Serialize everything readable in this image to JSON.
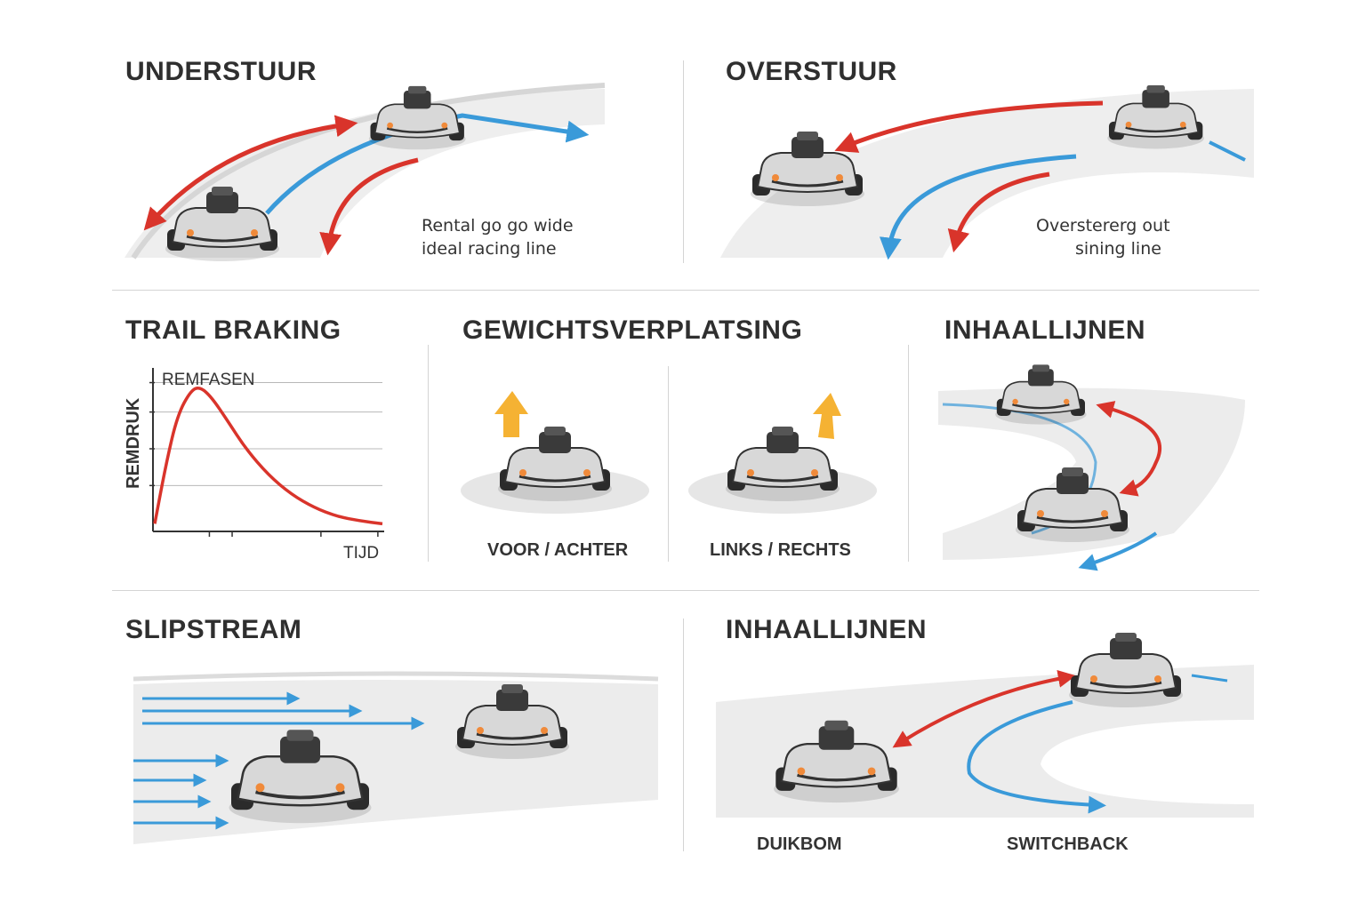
{
  "colors": {
    "red": "#d9342b",
    "blue": "#3a9ad9",
    "orange": "#f5b233",
    "track": "#ececec",
    "divider": "#d4d4d4",
    "kart_dark": "#2b2b2b"
  },
  "panels": {
    "understuur": {
      "title": "UNDERSTUUR",
      "caption_lines": [
        "Rental go go wide",
        "ideal racing line"
      ]
    },
    "overstuur": {
      "title": "OVERSTUUR",
      "caption_lines": [
        "Overstererg out",
        "sining line"
      ]
    },
    "trail_braking": {
      "title": "TRAIL BRAKING"
    },
    "gewichtsverplatsing": {
      "title": "GEWICHTSVERPLATSING",
      "labels": [
        "VOOR / ACHTER",
        "LINKS / RECHTS"
      ],
      "icons": [
        "arrow-up-icon",
        "arrow-up-icon"
      ]
    },
    "inhaallijnen_top": {
      "title": "INHAALLIJNEN"
    },
    "slipstream": {
      "title": "SLIPSTREAM"
    },
    "inhaallijnen_bottom": {
      "title": "INHAALLIJNEN",
      "labels": [
        "DUIKBOM",
        "SWITCHBACK"
      ]
    }
  },
  "chart_data": {
    "type": "line",
    "title": "REMFASEN",
    "xlabel": "TIJD",
    "ylabel": "REMDRUK",
    "grid": true,
    "series": [
      {
        "values": [
          [
            0.0,
            0.04
          ],
          [
            0.05,
            0.45
          ],
          [
            0.1,
            0.78
          ],
          [
            0.16,
            0.95
          ],
          [
            0.2,
            0.97
          ],
          [
            0.25,
            0.9
          ],
          [
            0.32,
            0.74
          ],
          [
            0.4,
            0.55
          ],
          [
            0.5,
            0.37
          ],
          [
            0.6,
            0.24
          ],
          [
            0.7,
            0.15
          ],
          [
            0.8,
            0.09
          ],
          [
            0.9,
            0.06
          ],
          [
            1.0,
            0.04
          ]
        ]
      }
    ],
    "xlim": [
      0,
      1
    ],
    "ylim": [
      0,
      1.1
    ]
  }
}
